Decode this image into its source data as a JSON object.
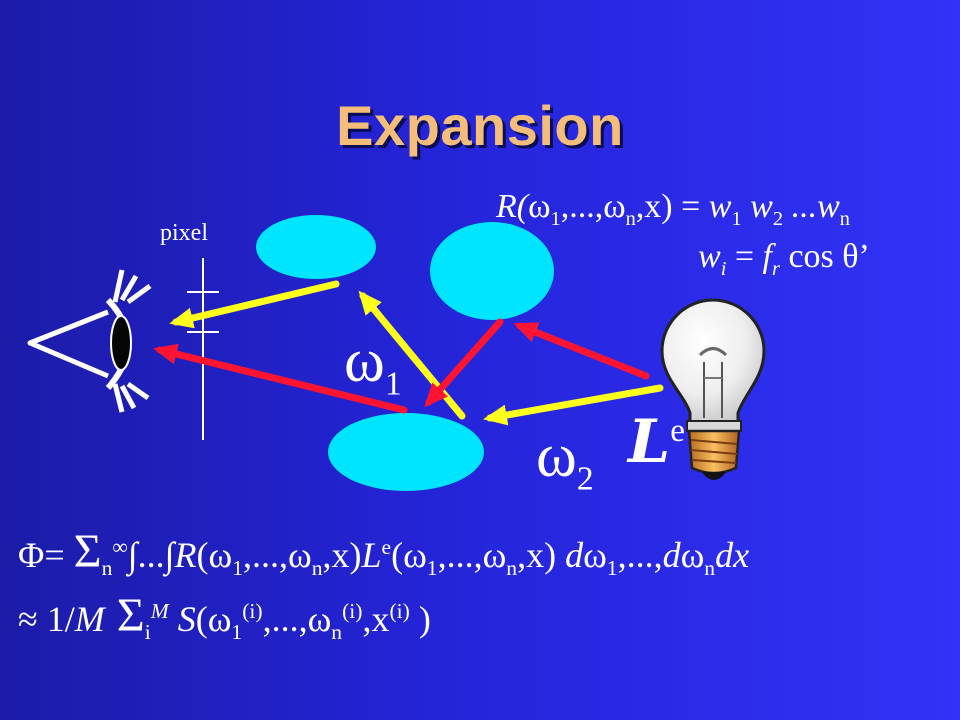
{
  "title": "Expansion",
  "pixel_label": "pixel",
  "omega1": {
    "base": "ω",
    "sub": "1"
  },
  "omega2": {
    "base": "ω",
    "sub": "2"
  },
  "light_label": {
    "base": "L",
    "sup": "e"
  },
  "eq_weights": {
    "lhs": "R(",
    "w": "ω",
    "s1": "1",
    "dots": ",...,",
    "sn": "n",
    "close": ",x) = ",
    "w1": "w",
    "i1": "1",
    "w2": " w",
    "i2": "2",
    "dots2": " ...w",
    "in": "n"
  },
  "eq_wi": {
    "w": "w",
    "i": "i",
    "eq": " = ",
    "f": "f",
    "r": "r",
    "cos": " cos θ’"
  },
  "eq_integral": {
    "phi": "Φ= ",
    "sum": "Σ",
    "n": "n",
    "inf": "∞",
    "ints": "∫...∫",
    "R": "R",
    "args1": "(ω",
    "s1": "1",
    "mid": ",...,ω",
    "sn": "n",
    "x1": ",x)",
    "L": "L",
    "e": "e",
    "args2": "(ω",
    "s2": "1",
    "mid2": ",...,ω",
    "sn2": "n",
    "x2": ",x)  ",
    "d1": "d",
    "dw1": "ω",
    "ds1": "1",
    "dmid": ",...,",
    "d2": "d",
    "dw2": "ω",
    "dsn": "n",
    "dx": "dx"
  },
  "eq_approx": {
    "approx": "≈ 1/",
    "M": "M",
    "sum": " Σ",
    "i": "i",
    "Msup": "M",
    "S": " S",
    "args": "(ω",
    "s1": "1",
    "sup1": "(i)",
    "mid": ",...,ω",
    "sn": "n",
    "sup2": "(i)",
    "x": ",x",
    "sup3": "(i)",
    "close": " )"
  },
  "colors": {
    "background": "#2a2ae0",
    "title": "#f4be7a",
    "patch": "#00e5ff",
    "arrow_yellow": "#ffff1e",
    "arrow_red": "#ff1432"
  },
  "icons": [
    "eye-icon",
    "light-bulb-icon"
  ]
}
